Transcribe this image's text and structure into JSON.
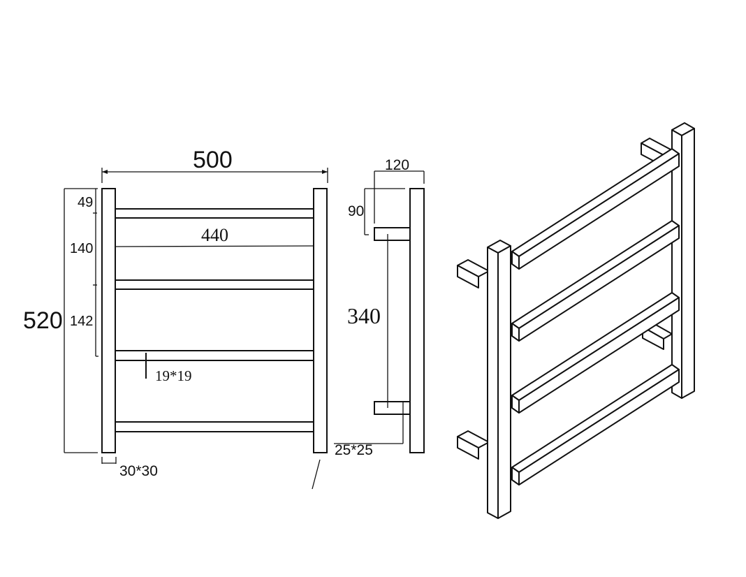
{
  "drawing": {
    "title": "Heated towel rail dimension drawing",
    "front_view": {
      "overall_width": "500",
      "bar_length": "440",
      "overall_height": "520",
      "top_offset": "49",
      "bar_spacing_1": "140",
      "bar_spacing_2": "142",
      "bar_section": "19*19",
      "post_section": "30*30"
    },
    "side_view": {
      "depth": "120",
      "bracket_top_offset": "90",
      "bracket_spacing": "340",
      "bracket_section": "25*25"
    },
    "isometric_view": {
      "bars": 4,
      "posts": 2,
      "wall_brackets": 4
    },
    "line_color": "#111111"
  }
}
